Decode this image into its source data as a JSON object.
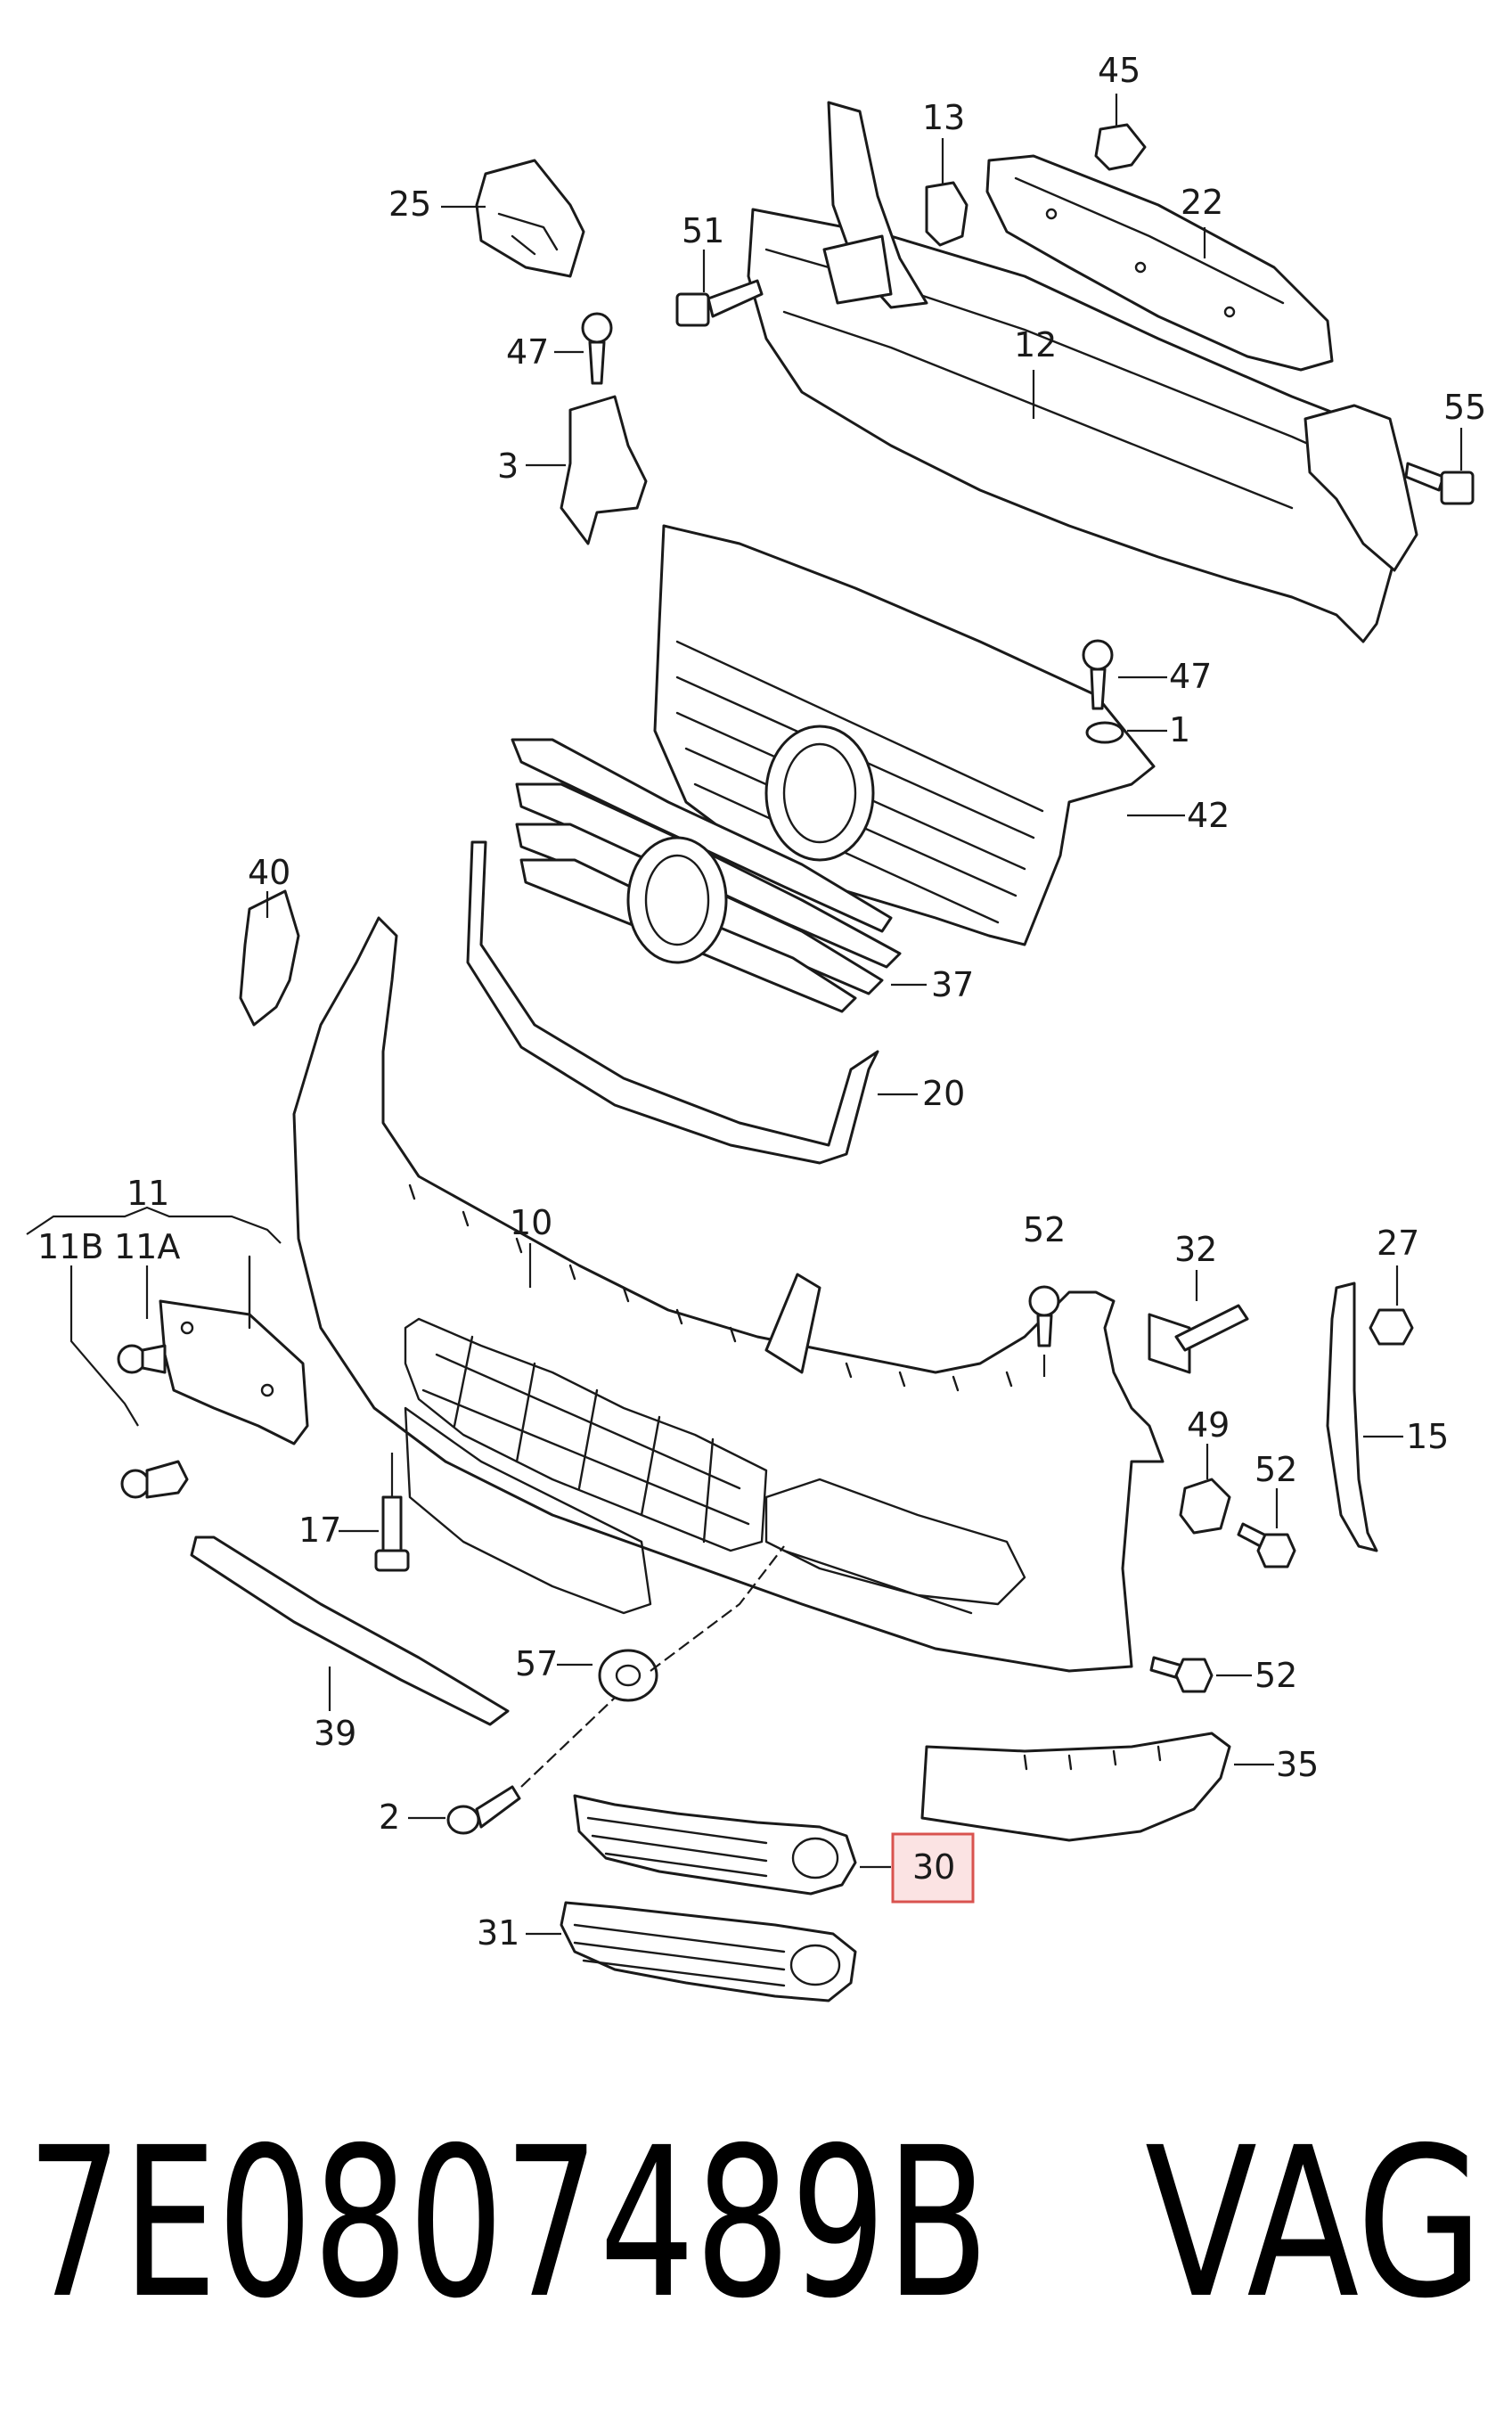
{
  "highlight_color": "#d9534f",
  "callouts": {
    "c45": "45",
    "c13": "13",
    "c22": "22",
    "c25": "25",
    "c51": "51",
    "c12": "12",
    "c47a": "47",
    "c55": "55",
    "c3": "3",
    "c47b": "47",
    "c1": "1",
    "c42": "42",
    "c40": "40",
    "c37": "37",
    "c20": "20",
    "c11": "11",
    "c11b": "11B",
    "c11a": "11A",
    "c10": "10",
    "c52a": "52",
    "c32": "32",
    "c27": "27",
    "c49": "49",
    "c52b": "52",
    "c15": "15",
    "c17": "17",
    "c57": "57",
    "c52c": "52",
    "c39": "39",
    "c35": "35",
    "c2": "2",
    "c30": "30",
    "c31": "31"
  },
  "footer": {
    "part_number": "7E0807489B",
    "brand": "VAG"
  }
}
